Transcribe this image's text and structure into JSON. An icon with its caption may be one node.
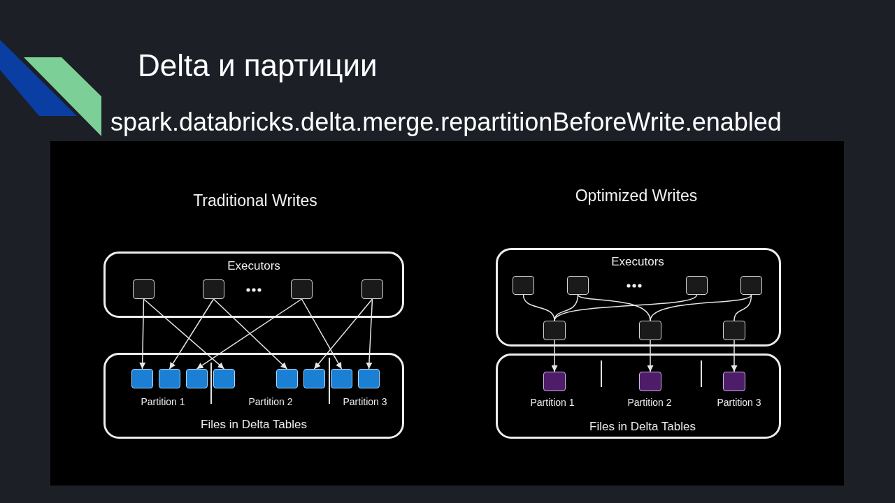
{
  "diagram": {
    "title": "Delta и партиции",
    "nodes": [
      {
        "text": [
          "Executors"
        ]
      },
      {
        "text": [],
        "shape": "box",
        "in": 0
      },
      {
        "text": [],
        "shape": "box",
        "in": 0
      },
      {
        "text": [],
        "shape": "box",
        "in": 0
      },
      {
        "text": [],
        "shape": "box",
        "in": 0
      },
      {
        "text": [
          "Partition 1",
          "Partition 2",
          "Partition 3",
          "Files in Delta Tables"
        ]
      },
      {
        "text": [],
        "shape": "box",
        "in": 5
      },
      {
        "text": [],
        "shape": "box",
        "in": 5
      },
      {
        "text": [],
        "shape": "box",
        "in": 5
      },
      {
        "text": [],
        "shape": "box",
        "in": 5
      },
      {
        "text": [],
        "shape": "box",
        "in": 5
      },
      {
        "text": [],
        "shape": "box",
        "in": 5
      },
      {
        "text": [],
        "shape": "box",
        "in": 5
      },
      {
        "text": [],
        "shape": "box",
        "in": 5
      },
      {
        "text": [
          "Executors"
        ]
      },
      {
        "text": [],
        "shape": "box",
        "in": 14
      },
      {
        "text": [],
        "shape": "box",
        "in": 14
      },
      {
        "text": [],
        "shape": "box",
        "in": 14
      },
      {
        "text": [],
        "shape": "box",
        "in": 14
      },
      {
        "text": [],
        "shape": "box",
        "in": 14
      },
      {
        "text": [],
        "shape": "box",
        "in": 14
      },
      {
        "text": [],
        "shape": "box",
        "in": 14
      },
      {
        "text": [
          "Partition 1",
          "Partition 2",
          "Partition 3",
          "Files in Delta Tables"
        ]
      },
      {
        "text": [],
        "shape": "box",
        "in": 22
      },
      {
        "text": [],
        "shape": "box",
        "in": 22
      },
      {
        "text": [],
        "shape": "box",
        "in": 22
      }
    ],
    "edges": [
      {
        "from": 1,
        "to": 6,
        "arrow": "to"
      },
      {
        "from": 1,
        "to": 9,
        "arrow": "to"
      },
      {
        "from": 2,
        "to": 7,
        "arrow": "to"
      },
      {
        "from": 2,
        "to": 10,
        "arrow": "to"
      },
      {
        "from": 3,
        "to": 8,
        "arrow": "to"
      },
      {
        "from": 3,
        "to": 12,
        "arrow": "to"
      },
      {
        "from": 4,
        "to": 11,
        "arrow": "to"
      },
      {
        "from": 4,
        "to": 13,
        "arrow": "to"
      },
      {
        "from": 15,
        "to": 19,
        "arrow": "none"
      },
      {
        "from": 16,
        "to": 19,
        "arrow": "none"
      },
      {
        "from": 16,
        "to": 20,
        "arrow": "none"
      },
      {
        "from": 17,
        "to": 19,
        "arrow": "none"
      },
      {
        "from": 18,
        "to": 20,
        "arrow": "none"
      },
      {
        "from": 18,
        "to": 21,
        "arrow": "none"
      },
      {
        "from": 19,
        "to": 23,
        "arrow": "to"
      },
      {
        "from": 20,
        "to": 24,
        "arrow": "to"
      },
      {
        "from": 21,
        "to": 25,
        "arrow": "to"
      }
    ],
    "labels": [
      "spark.databricks.delta.merge.repartitionBeforeWrite.enabled",
      "Traditional Writes",
      "Optimized Writes"
    ]
  }
}
